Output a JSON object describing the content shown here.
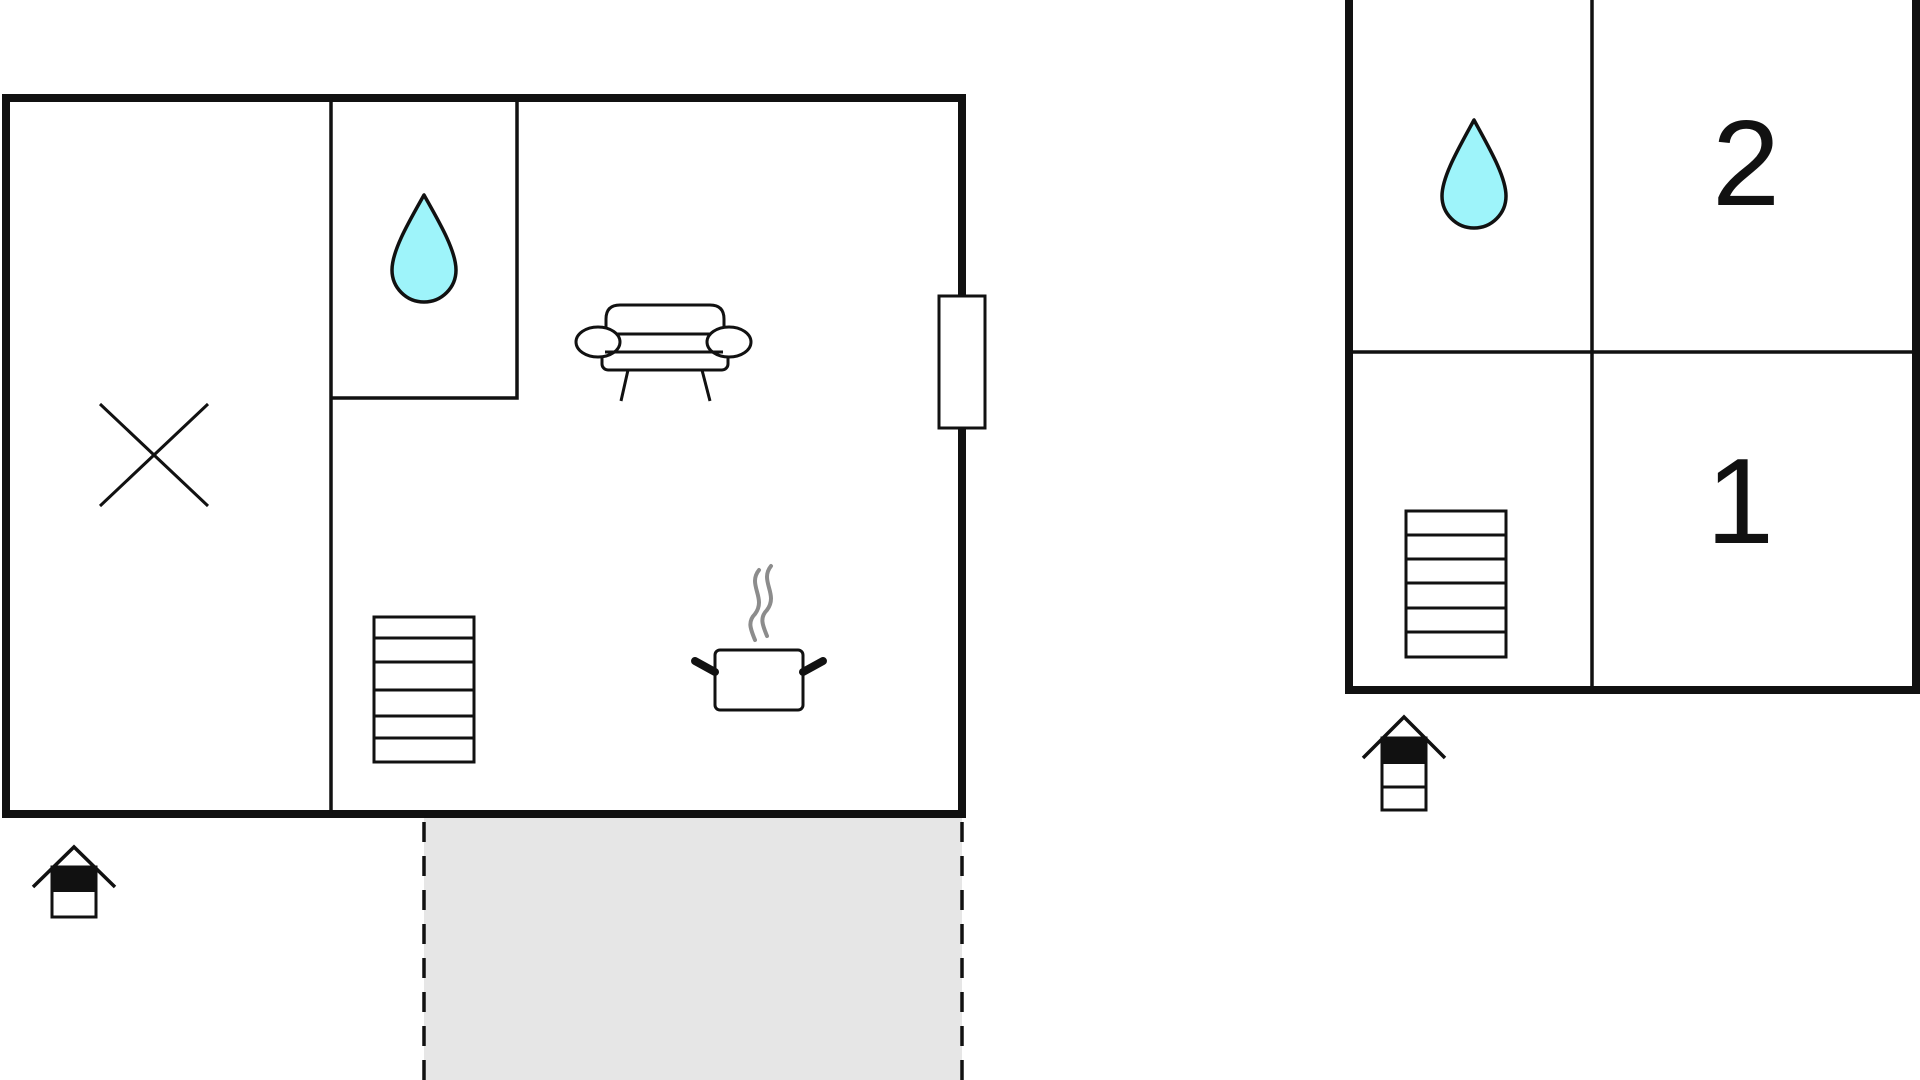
{
  "floorplan": {
    "ground_floor": {
      "rooms": [
        {
          "id": "storage",
          "icon": "cross-icon"
        },
        {
          "id": "bathroom",
          "icon": "water-drop-icon"
        },
        {
          "id": "living-room",
          "icon": "sofa-icon"
        },
        {
          "id": "kitchen",
          "icon": "cooking-pot-icon"
        },
        {
          "id": "stairs",
          "icon": "staircase-icon"
        }
      ],
      "outdoor_area": "terrace-shaded",
      "level_icon": "house-level-ground-icon"
    },
    "upper_floor": {
      "rooms": [
        {
          "id": "bathroom",
          "icon": "water-drop-icon"
        },
        {
          "id": "bedroom-2",
          "label": "2"
        },
        {
          "id": "stairs",
          "icon": "staircase-icon"
        },
        {
          "id": "bedroom-1",
          "label": "1"
        }
      ],
      "level_icon": "house-level-upper-icon"
    },
    "colors": {
      "walls": "#111111",
      "water_drop": "#9ef4fa",
      "terrace": "#e6e6e6",
      "steam": "#8c8c8c"
    }
  }
}
